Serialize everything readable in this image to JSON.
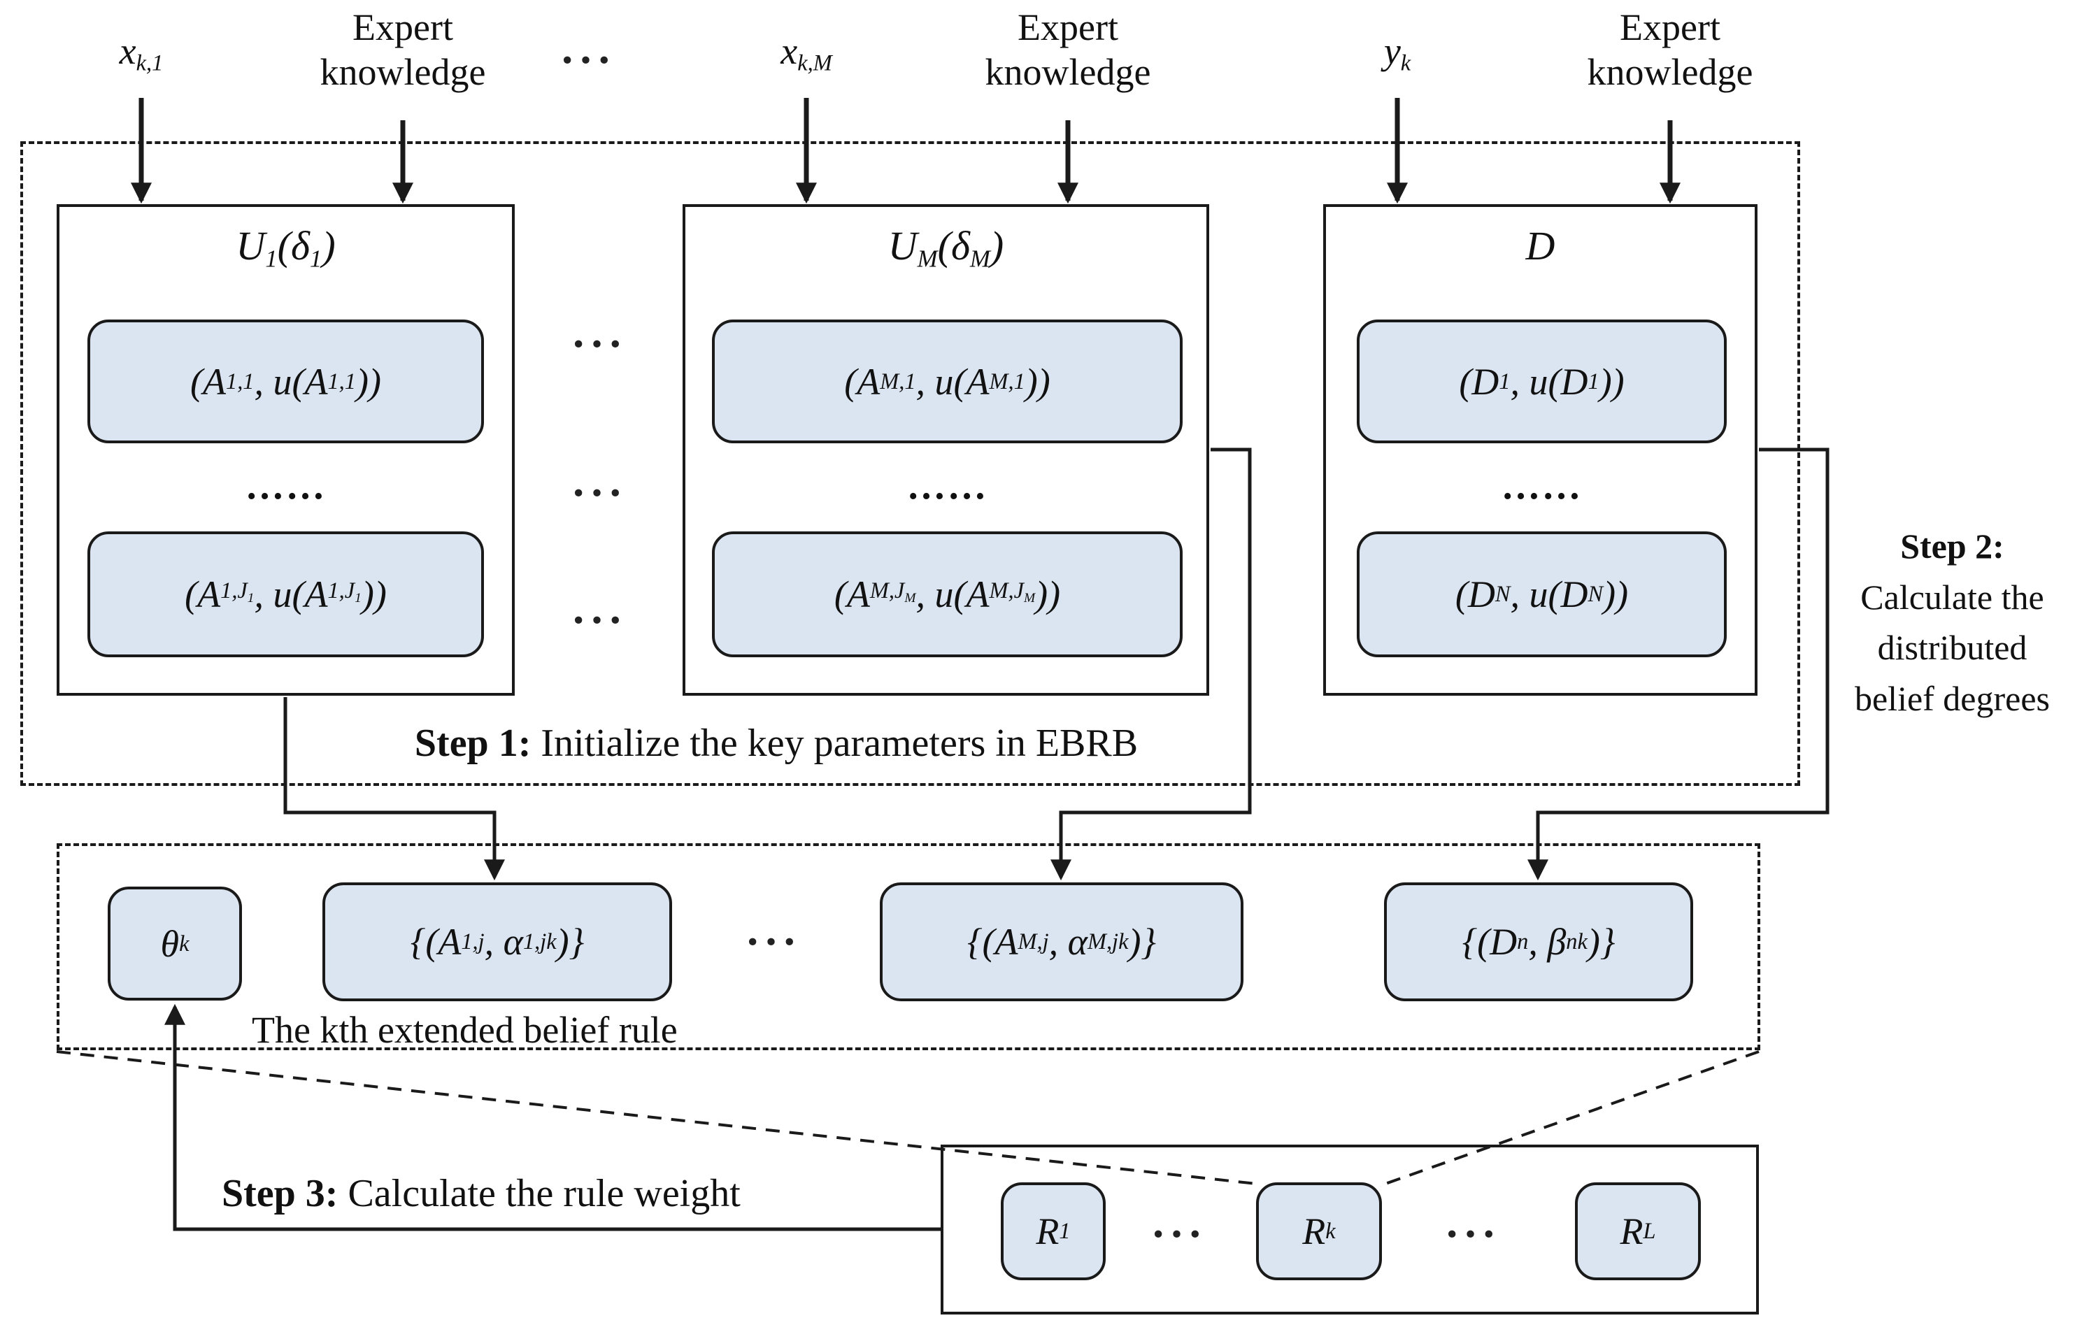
{
  "figure": {
    "top": {
      "x_k1": "x_{k,1}",
      "expert_knowledge": "Expert knowledge",
      "dots": "···",
      "x_kM": "x_{k,M}",
      "y_k": "y_{k}"
    },
    "step1": {
      "u1": {
        "title": "U_{1}(δ_{1})",
        "item_top": "(A_{1,1}, u(A_{1,1}))",
        "ellipsis": "……",
        "item_bottom": "(A_{1,J_{1}}, u(A_{1,J_{1}}))"
      },
      "um": {
        "title": "U_{M}(δ_{M})",
        "item_top": "(A_{M,1}, u(A_{M,1}))",
        "ellipsis": "……",
        "item_bottom": "(A_{M,J_{M}}, u(A_{M,J_{M}}))"
      },
      "d": {
        "title": "D",
        "item_top": "(D_{1}, u(D_{1}))",
        "ellipsis": "……",
        "item_bottom": "(D_{N}, u(D_{N}))"
      },
      "column_dots": "···",
      "caption_bold": "Step 1:",
      "caption_text": " Initialize the key parameters in EBRB"
    },
    "step2": {
      "bold": "Step 2:",
      "lines": [
        "Calculate the",
        "distributed",
        "belief degrees"
      ]
    },
    "rule": {
      "theta": "θ_{k}",
      "antecedent_1": "{(A_{1,j}, α_{1,j}^{k})}",
      "dots": "···",
      "antecedent_M": "{(A_{M,j}, α_{M,j}^{k})}",
      "consequent": "{(D_{n}, β_{n}^{k})}",
      "caption": "The kth extended belief rule"
    },
    "step3": {
      "bold": "Step 3:",
      "text": " Calculate the rule weight"
    },
    "rule_base": {
      "r1": "R_{1}",
      "dots1": "···",
      "rk": "R_{k}",
      "dots2": "···",
      "rL": "R_{L}"
    },
    "colors": {
      "pill_fill": "#dbe5f1",
      "stroke": "#1a1a1a"
    }
  }
}
